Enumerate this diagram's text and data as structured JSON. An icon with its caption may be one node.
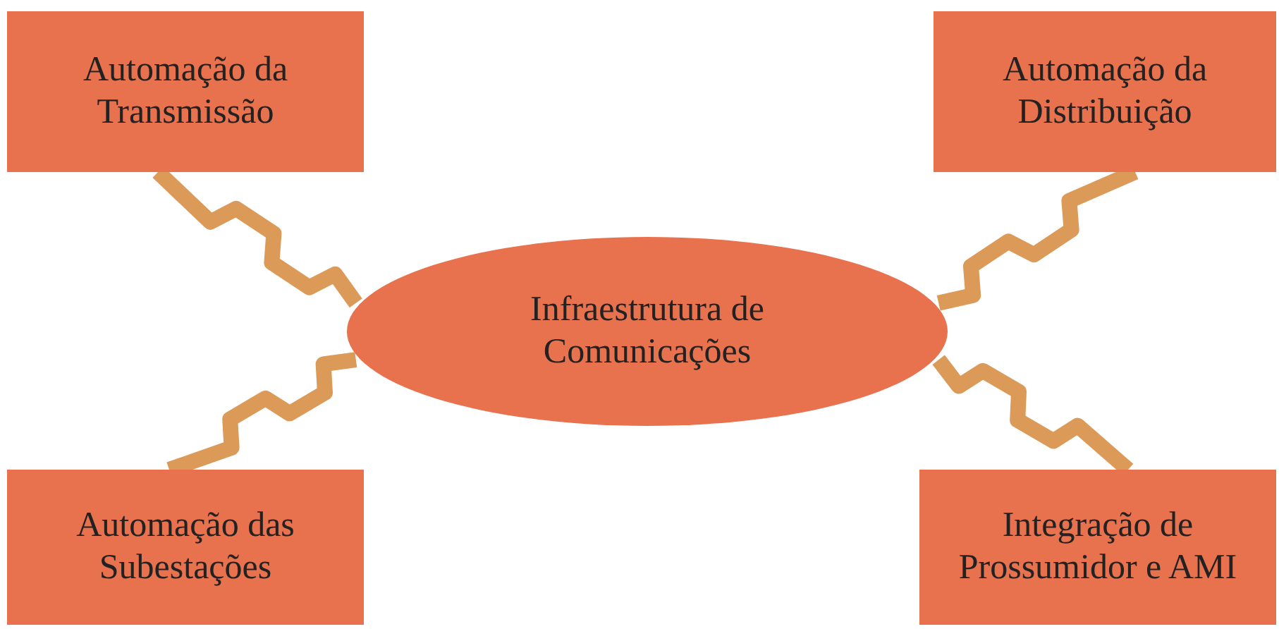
{
  "diagram": {
    "nodes": [
      {
        "text": [
          "Automação da Transmissão"
        ]
      },
      {
        "text": [
          "Automação da Distribuição"
        ]
      },
      {
        "text": [
          "Infraestrutura de Comunicações"
        ]
      },
      {
        "text": [
          "Automação das Subestações"
        ]
      },
      {
        "text": [
          "Integração de Prossumidor e AMI"
        ]
      }
    ],
    "edges": [
      {
        "from": 0,
        "to": 2,
        "arrow": "none"
      },
      {
        "from": 1,
        "to": 2,
        "arrow": "none"
      },
      {
        "from": 3,
        "to": 2,
        "arrow": "none"
      },
      {
        "from": 4,
        "to": 2,
        "arrow": "none"
      }
    ]
  }
}
